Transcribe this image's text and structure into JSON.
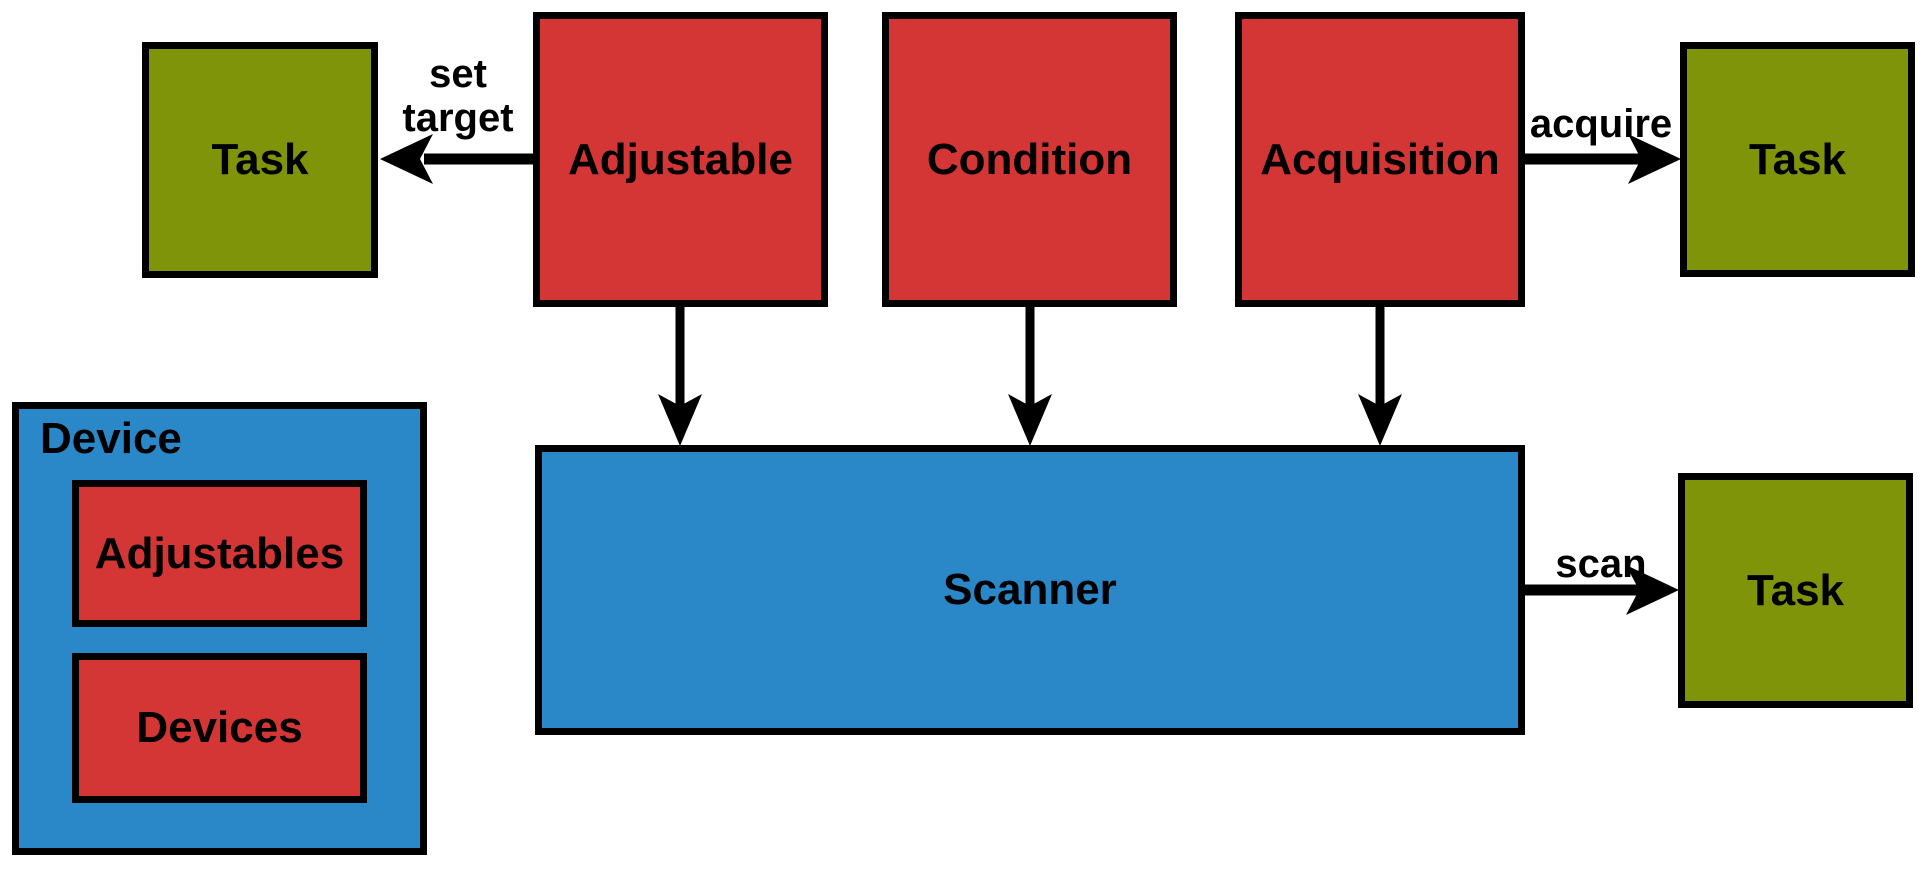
{
  "colors": {
    "red": "#d43636",
    "blue": "#2a87c8",
    "green": "#7f9408",
    "outline": "#000000",
    "background": "#ffffff"
  },
  "boxes": {
    "task_left": {
      "label": "Task"
    },
    "adjustable": {
      "label": "Adjustable"
    },
    "condition": {
      "label": "Condition"
    },
    "acquisition": {
      "label": "Acquisition"
    },
    "task_top_right": {
      "label": "Task"
    },
    "scanner": {
      "label": "Scanner"
    },
    "task_mid_right": {
      "label": "Task"
    },
    "device": {
      "label": "Device"
    },
    "adjustables": {
      "label": "Adjustables"
    },
    "devices": {
      "label": "Devices"
    }
  },
  "edges": {
    "set_target": {
      "label": "set\ntarget"
    },
    "acquire": {
      "label": "acquire"
    },
    "scan": {
      "label": "scan"
    }
  }
}
